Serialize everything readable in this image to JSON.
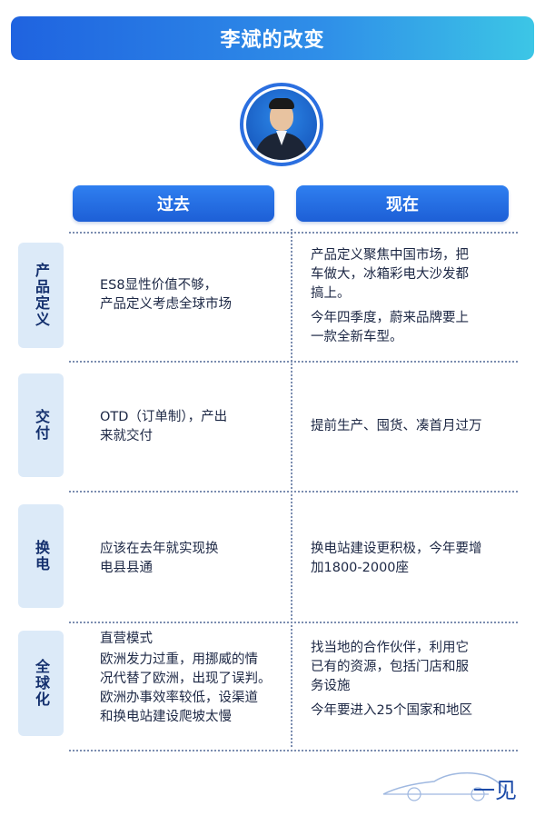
{
  "title": "李斌的改变",
  "headers": {
    "past": "过去",
    "now": "现在"
  },
  "rows": [
    {
      "label": "产品定义",
      "past": [
        "ES8显性价值不够，\n产品定义考虑全球市场"
      ],
      "now": [
        "产品定义聚焦中国市场，把\n车做大，冰箱彩电大沙发都\n搞上。",
        "今年四季度，蔚来品牌要上\n一款全新车型。"
      ]
    },
    {
      "label": "交付",
      "past": [
        "OTD（订单制），产出\n来就交付"
      ],
      "now": [
        "提前生产、囤货、凑首月过万"
      ]
    },
    {
      "label": "换电",
      "past": [
        "应该在去年就实现换\n电县县通"
      ],
      "now": [
        "换电站建设更积极，今年要增\n加1800-2000座"
      ]
    },
    {
      "label": "全球化",
      "past": [
        "直营模式",
        "欧洲发力过重，用挪威的情\n况代替了欧洲，出现了误判。\n欧洲办事效率较低，设渠道\n和换电站建设爬坡太慢"
      ],
      "now": [
        "找当地的合作伙伴，利用它\n已有的资源，包括门店和服\n务设施",
        "今年要进入25个国家和地区"
      ]
    }
  ],
  "logo_text": "一见",
  "colors": {
    "accent": "#1f63e0",
    "label_bg": "#dceaf8",
    "divider": "#7b8db0"
  }
}
